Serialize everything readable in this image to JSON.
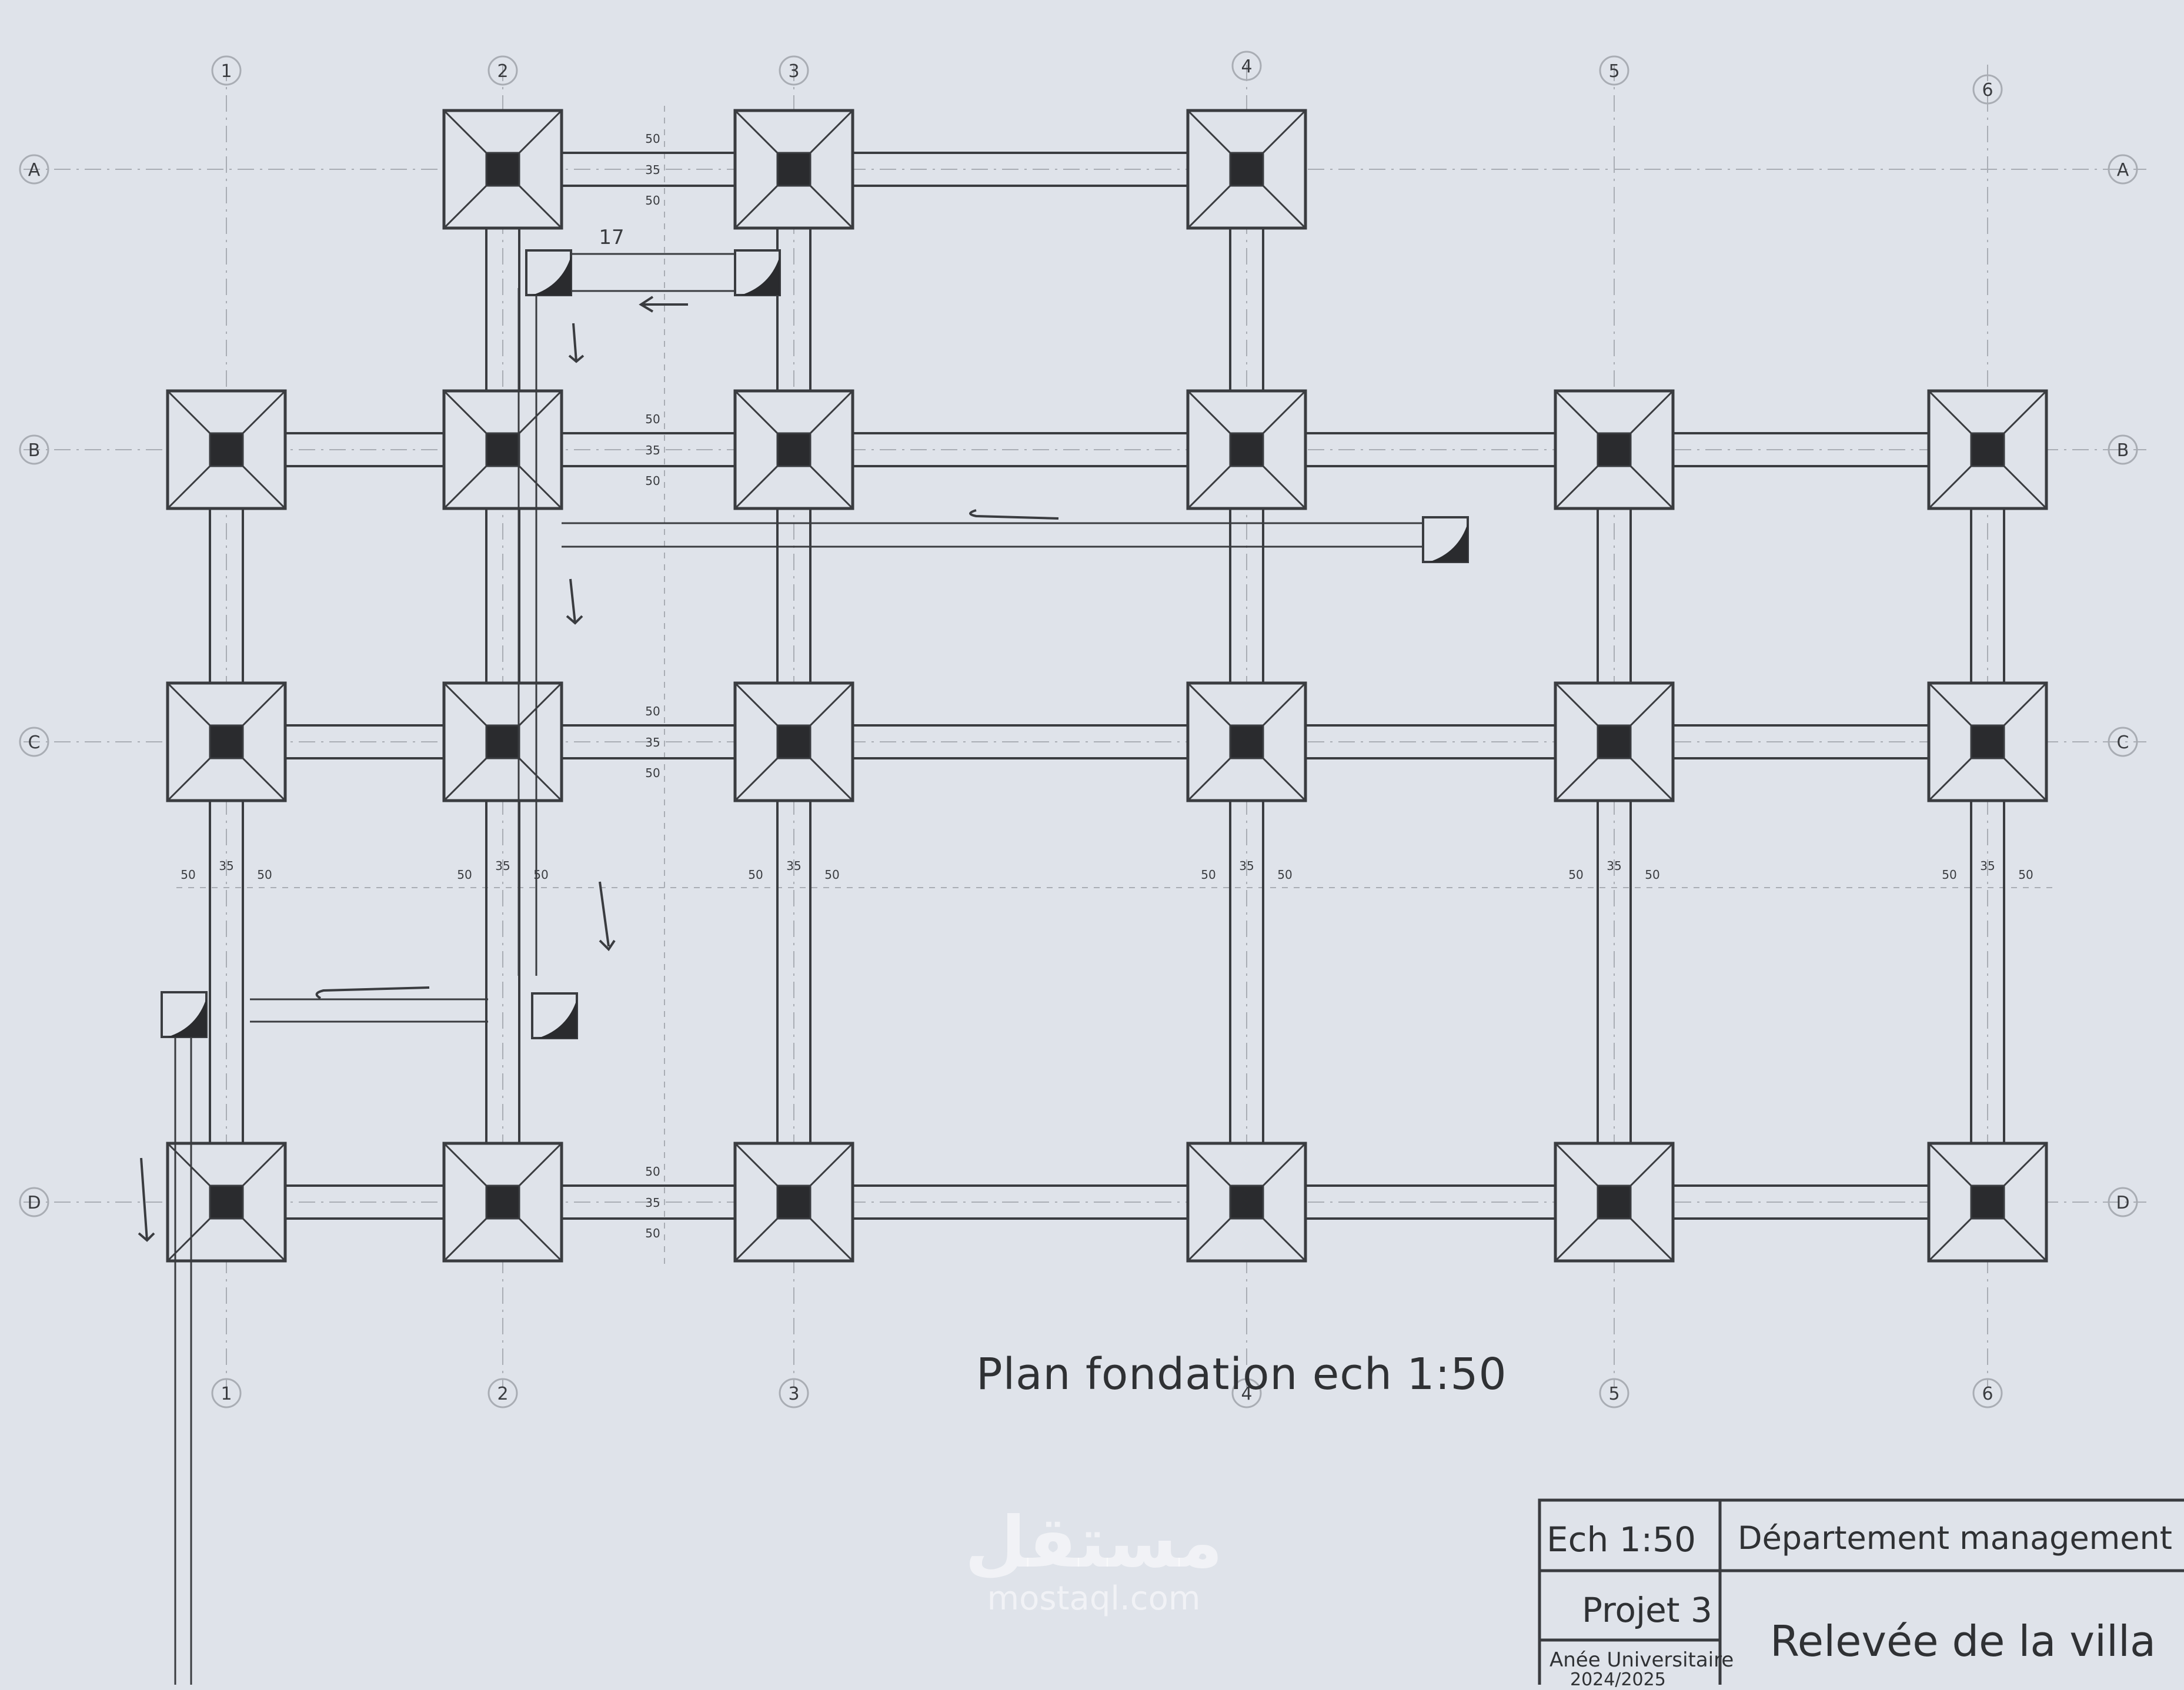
{
  "drawing": {
    "title": "Plan fondation ech 1:50",
    "column_labels": [
      "1",
      "2",
      "3",
      "4",
      "5",
      "6"
    ],
    "row_labels": [
      "A",
      "B",
      "C",
      "D"
    ],
    "dimension_labels": [
      "50",
      "35",
      "50"
    ],
    "note_17": "17"
  },
  "title_block": {
    "scale": "Ech 1:50",
    "department": "Département management de projet",
    "project": "Projet 3",
    "drawing_name": "Relevée de la villa",
    "year_label": "Anée Universitaire",
    "year": "2024/2025"
  },
  "watermark": {
    "brand": "مستقل",
    "site": "mostaql.com"
  }
}
